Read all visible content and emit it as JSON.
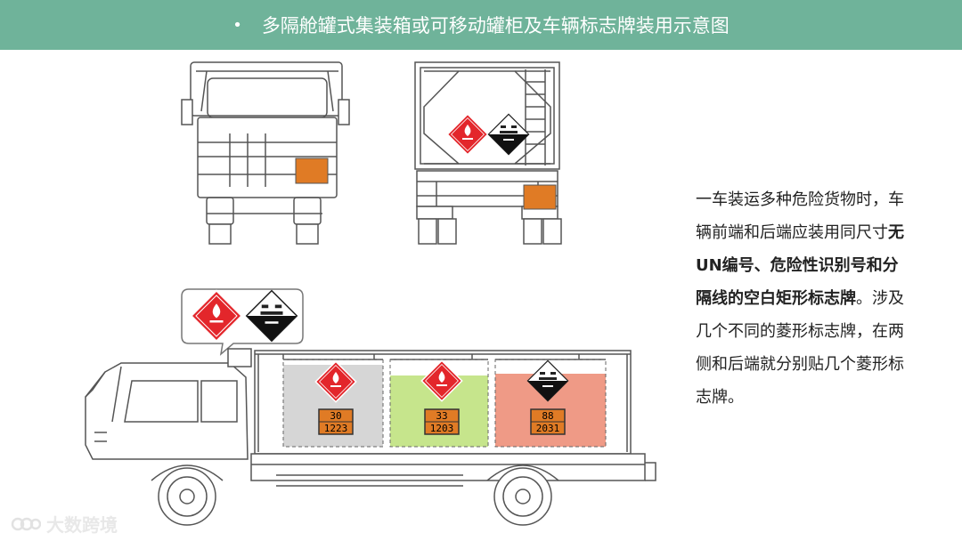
{
  "title": {
    "bullet": "•",
    "text": "多隔舱罐式集装箱或可移动罐柜及车辆标志牌装用示意图"
  },
  "description": {
    "part1": "一车装运多种危险货物时，车辆前端和后端应装用同尺寸",
    "bold": "无UN编号、危险性识别号和分隔线的空白矩形标志牌",
    "part2": "。涉及几个不同的菱形标志牌，在两侧和后端就分别贴几个菱形标志牌。"
  },
  "compartments": [
    {
      "hazard_id": "30",
      "un_number": "1223",
      "diamond": "flammable",
      "fill": "#d6d6d6"
    },
    {
      "hazard_id": "33",
      "un_number": "1203",
      "diamond": "flammable",
      "fill": "#c6e58c"
    },
    {
      "hazard_id": "88",
      "un_number": "2031",
      "diamond": "corrosive",
      "fill": "#ef9a86"
    }
  ],
  "watermark": {
    "text": "大数跨境"
  },
  "colors": {
    "title_bar": "#6fb39a",
    "orange_plate": "#e07b25",
    "flammable_red": "#e3262b",
    "line": "#555555"
  }
}
